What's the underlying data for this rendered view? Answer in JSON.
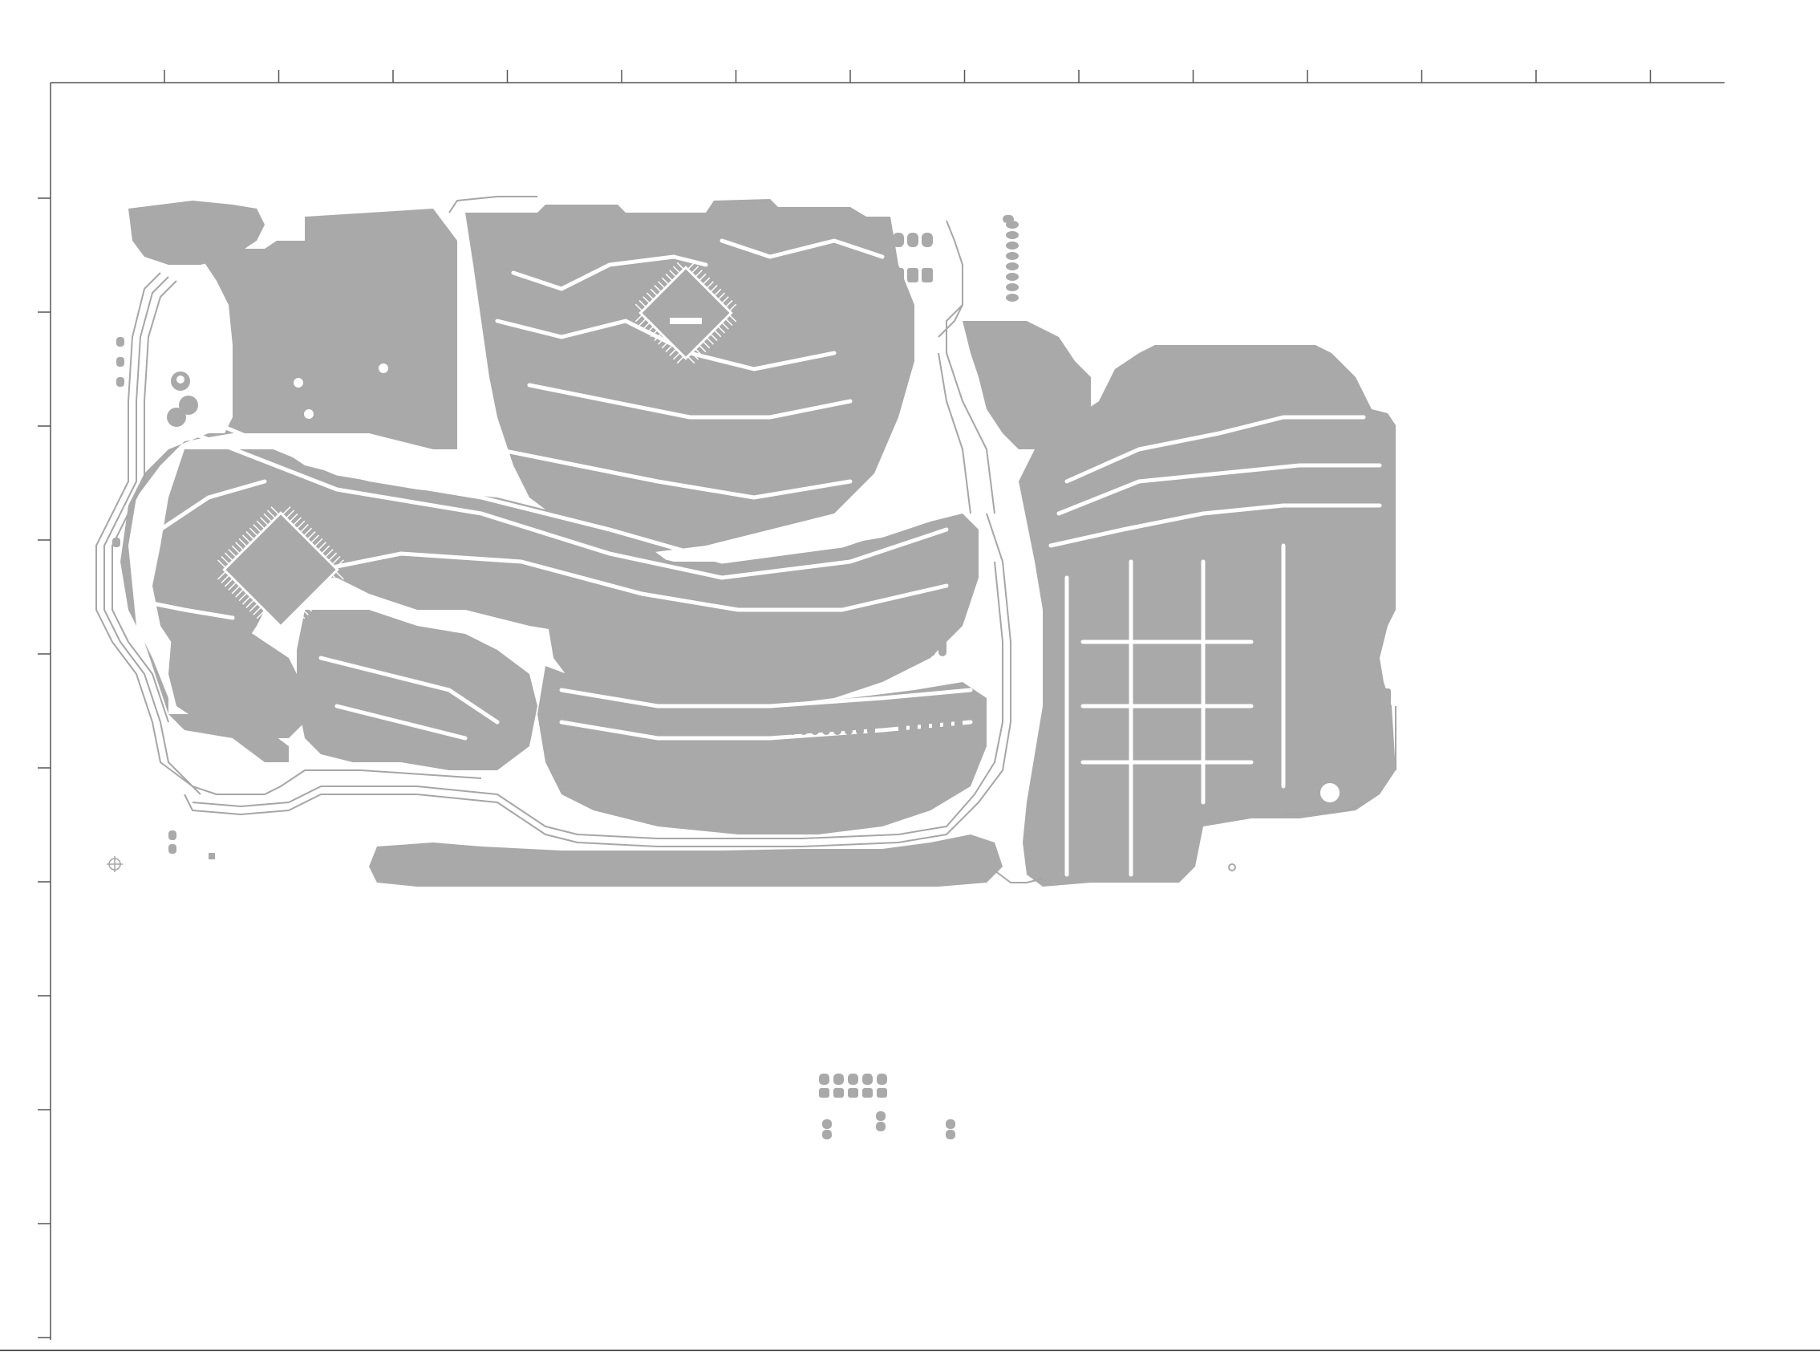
{
  "diagram": {
    "kind": "pcb-copper-layer",
    "colors": {
      "background": "#ffffff",
      "copper": "#a9a9a9",
      "trace": "#a6a6a6",
      "frame": "#555555",
      "clearance": "#ffffff"
    },
    "frame": {
      "top_ruler_ticks": 14,
      "left_ruler_ticks": 11
    },
    "components": {
      "main_ic_1": "qfp-package-icon",
      "main_ic_2": "qfp-package-icon",
      "mount_hole": "mounting-hole-icon",
      "fiducial": "fiducial-target-icon"
    }
  }
}
